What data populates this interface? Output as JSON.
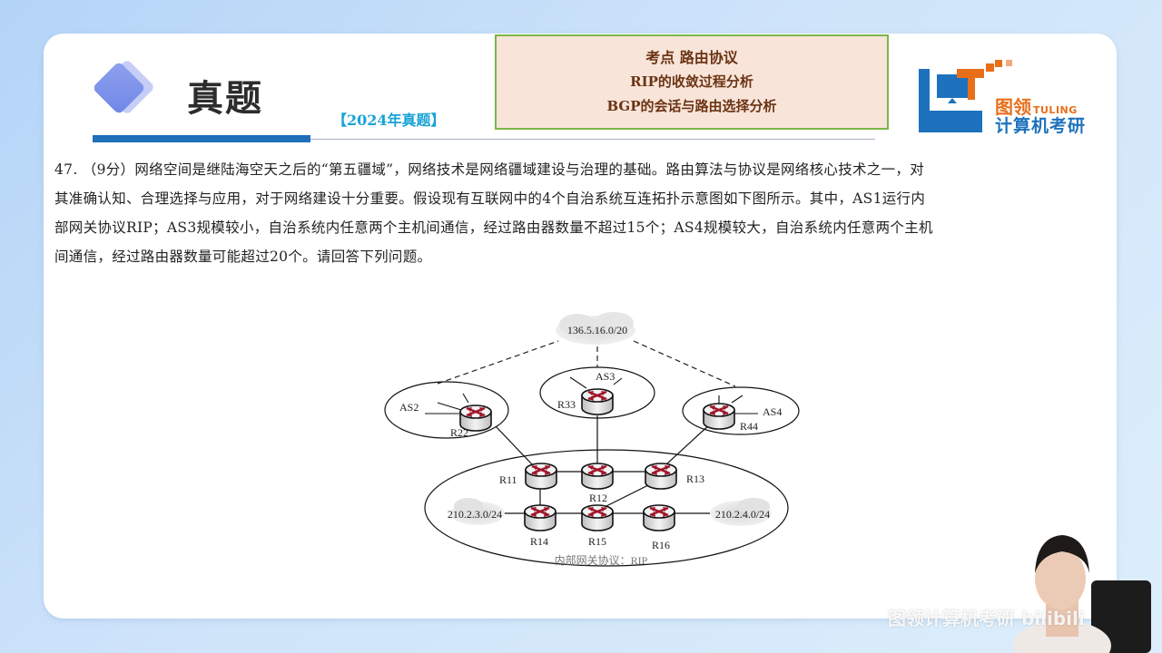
{
  "header": {
    "title": "真题",
    "year_tag": "【2024年真题】"
  },
  "topic_box": {
    "main": "考点 路由协议",
    "items": [
      "RIP的收敛过程分析",
      "BGP的会话与路由选择分析"
    ]
  },
  "logo": {
    "name_cn": "图领",
    "name_en": "TULING",
    "subtitle": "计算机考研"
  },
  "question": {
    "lines": [
      "47. （9分）网络空间是继陆海空天之后的“第五疆域”，网络技术是网络疆域建设与治理的基础。路由算法与协议是网络核心技术之一，对",
      "其准确认知、合理选择与应用，对于网络建设十分重要。假设现有互联网中的4个自治系统互连拓扑示意图如下图所示。其中，AS1运行内",
      "部网关协议RIP；AS3规模较小，自治系统内任意两个主机间通信，经过路由器数量不超过15个；AS4规模较大，自治系统内任意两个主机",
      "间通信，经过路由器数量可能超过20个。请回答下列问题。"
    ]
  },
  "diagram": {
    "cloud_top": "136.5.16.0/20",
    "as_labels": {
      "as2": "AS2",
      "as3": "AS3",
      "as4": "AS4"
    },
    "routers": {
      "r22": "R22",
      "r33": "R33",
      "r44": "R44",
      "r11": "R11",
      "r12": "R12",
      "r13": "R13",
      "r14": "R14",
      "r15": "R15",
      "r16": "R16"
    },
    "cloud_left": "210.2.3.0/24",
    "cloud_right": "210.2.4.0/24",
    "as1_caption": "内部网关协议：RIP",
    "colors": {
      "router_arrow": "#a01428",
      "router_body": "#e8e8e8"
    }
  },
  "overlay": {
    "watermark": "图领计算机考研  bilibili"
  }
}
